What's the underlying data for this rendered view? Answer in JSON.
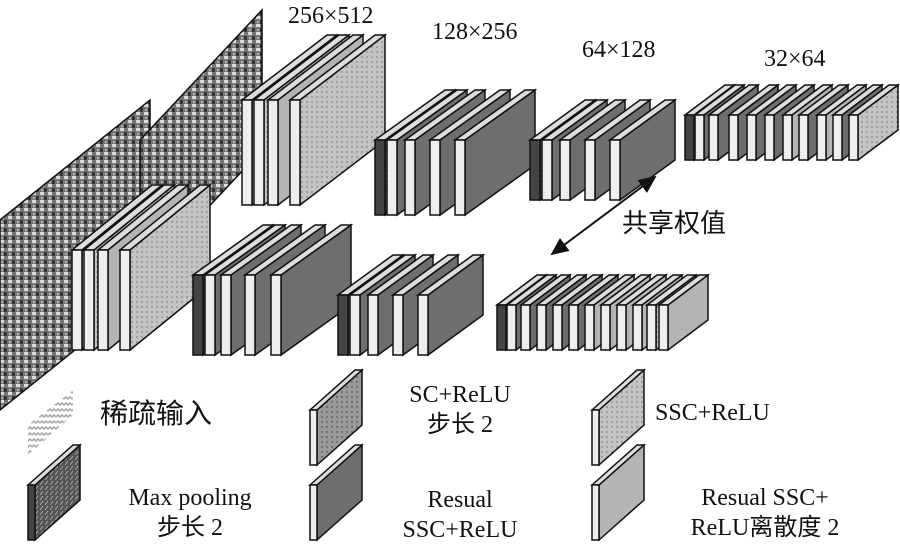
{
  "dimensions": {
    "top_group_1": "256×512",
    "top_group_2": "128×256",
    "top_group_3": "64×128",
    "top_group_4": "32×64"
  },
  "shared_weights_label": "共享权值",
  "legend": [
    {
      "type": "input",
      "line1": "稀疏输入",
      "line2": ""
    },
    {
      "type": "sc",
      "line1": "SC+ReLU",
      "line2": "步长 2"
    },
    {
      "type": "ssc",
      "line1": "SSC+ReLU",
      "line2": ""
    },
    {
      "type": "maxpool",
      "line1": "Max pooling",
      "line2": "步长 2"
    },
    {
      "type": "resual",
      "line1": "Resual",
      "line2": "SSC+ReLU"
    },
    {
      "type": "resualssc",
      "line1": "Resual SSC+",
      "line2": "ReLU离散度 2"
    }
  ],
  "colors": {
    "sc": "#9a9a9a",
    "ssc": "#c4c4c4",
    "maxpool": "#555555",
    "resual": "#6e6e6e",
    "resualssc": "#b4b4b4",
    "edge": "#111111"
  }
}
